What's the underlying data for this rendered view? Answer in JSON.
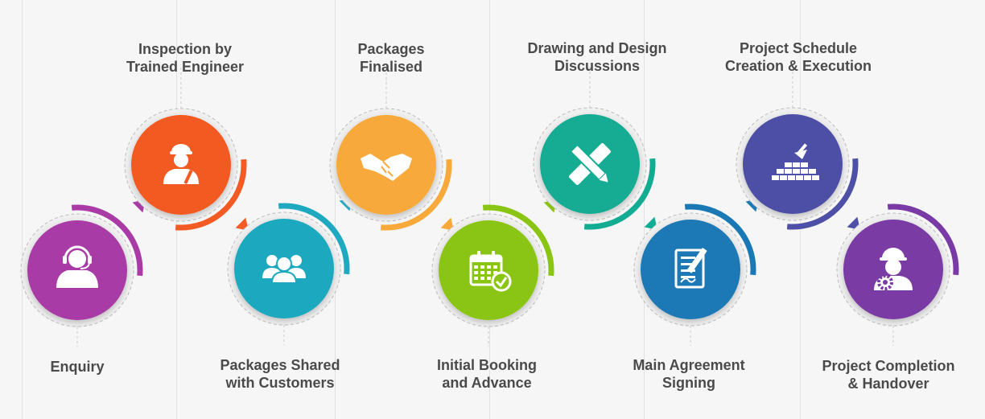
{
  "steps": [
    {
      "id": "enquiry",
      "label_lines": [
        "Enquiry"
      ],
      "color": "#a93aa6",
      "icon": "headset-agent-icon"
    },
    {
      "id": "inspection",
      "label_lines": [
        "Inspection by",
        "Trained Engineer"
      ],
      "color": "#f35a24",
      "icon": "engineer-wrench-icon"
    },
    {
      "id": "packages-shared",
      "label_lines": [
        "Packages Shared",
        "with Customers"
      ],
      "color": "#1fa9c0",
      "icon": "group-people-icon"
    },
    {
      "id": "packages-finalised",
      "label_lines": [
        "Packages",
        "Finalised"
      ],
      "color": "#f7a93a",
      "icon": "handshake-icon"
    },
    {
      "id": "initial-booking",
      "label_lines": [
        "Initial Booking",
        "and Advance"
      ],
      "color": "#8ac514",
      "icon": "calendar-check-icon"
    },
    {
      "id": "drawing-design",
      "label_lines": [
        "Drawing and Design",
        "Discussions"
      ],
      "color": "#12ac93",
      "icon": "pencil-ruler-icon"
    },
    {
      "id": "agreement",
      "label_lines": [
        "Main Agreement",
        "Signing"
      ],
      "color": "#1a79b5",
      "icon": "document-sign-icon"
    },
    {
      "id": "schedule",
      "label_lines": [
        "Project Schedule",
        "Creation & Execution"
      ],
      "color": "#4e4fa7",
      "icon": "bricks-trowel-icon"
    },
    {
      "id": "completion",
      "label_lines": [
        "Project Completion",
        "& Handover"
      ],
      "color": "#7a3aa5",
      "icon": "worker-gear-icon"
    }
  ]
}
